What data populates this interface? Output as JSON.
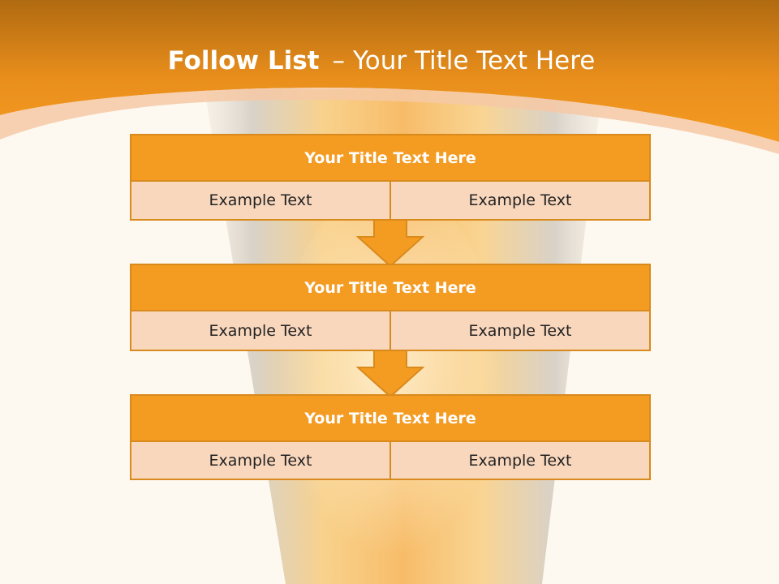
{
  "colors": {
    "header_orange": "#f49b22",
    "header_dark": "#b06a10",
    "cell_fill": "#f9d7bd",
    "border": "#d88a1c",
    "background": "#fdf9f1"
  },
  "slide": {
    "title_bold": "Follow List",
    "title_dash": "–",
    "title_rest": "Your Title Text Here"
  },
  "blocks": [
    {
      "title": "Your Title Text Here",
      "left": "Example Text",
      "right": "Example Text"
    },
    {
      "title": "Your Title Text Here",
      "left": "Example Text",
      "right": "Example Text"
    },
    {
      "title": "Your Title Text Here",
      "left": "Example Text",
      "right": "Example Text"
    }
  ],
  "arrows": [
    {
      "icon": "arrow-down-icon"
    },
    {
      "icon": "arrow-down-icon"
    }
  ]
}
